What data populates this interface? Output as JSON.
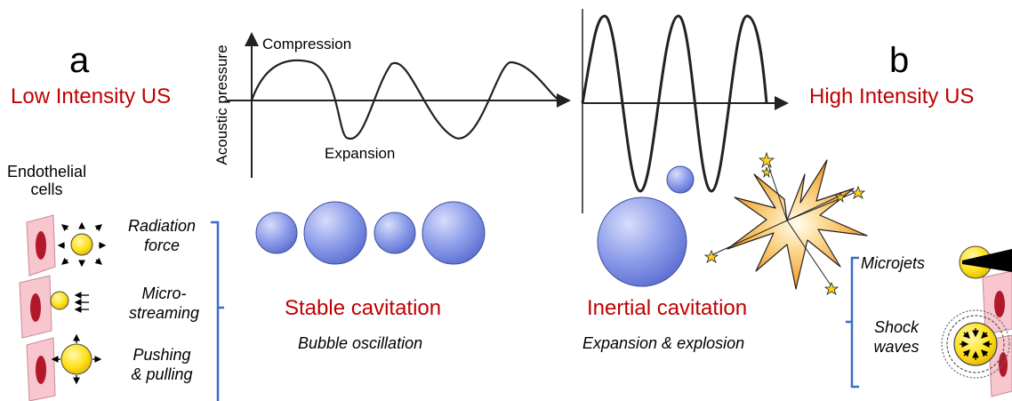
{
  "panel_a": {
    "letter": "a",
    "title": "Low Intensity US",
    "cells_label_1": "Endothelial",
    "cells_label_2": "cells",
    "effects": [
      {
        "line1": "Radiation",
        "line2": "force"
      },
      {
        "line1": "Micro-",
        "line2": "streaming"
      },
      {
        "line1": "Pushing",
        "line2": "& pulling"
      }
    ]
  },
  "panel_b": {
    "letter": "b",
    "title": "High Intensity US",
    "effects": [
      {
        "line1": "Microjets",
        "line2": ""
      },
      {
        "line1": "Shock",
        "line2": "waves"
      }
    ]
  },
  "graph": {
    "ylabel": "Acoustic pressure",
    "compression_label": "Compression",
    "expansion_label": "Expansion"
  },
  "stable": {
    "title": "Stable cavitation",
    "subtitle": "Bubble oscillation"
  },
  "inertial": {
    "title": "Inertial cavitation",
    "subtitle": "Expansion & explosion"
  },
  "colors": {
    "title_red": "#c00000",
    "bubble_blue": "#7f8fe0",
    "cell_pink": "#f7c6cf",
    "nucleus_red": "#b2182b",
    "particle_yellow": "#ffe11a",
    "bracket_blue": "#3a6fc4",
    "explosion_orange": "#f39a21"
  }
}
